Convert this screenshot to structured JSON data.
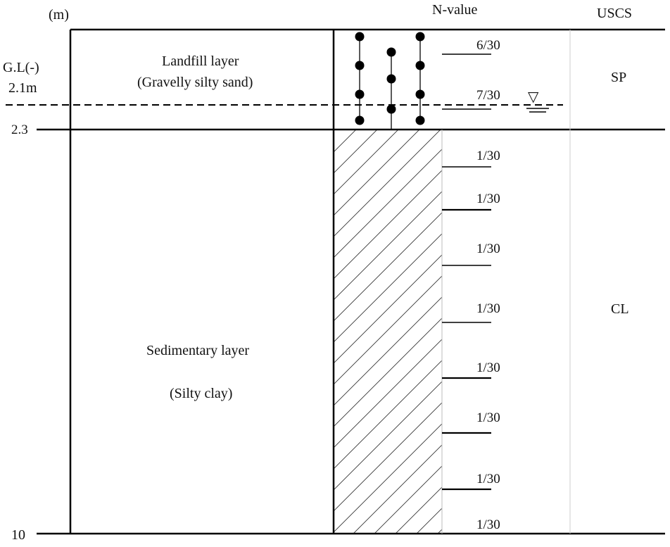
{
  "header": {
    "unit": "(m)",
    "n_value": "N-value",
    "uscs": "USCS"
  },
  "depth_axis": {
    "gl_label": "G.L(-)",
    "water_table_depth": "2.1m",
    "boundary_depth": "2.3",
    "bottom_depth": "10"
  },
  "layers": [
    {
      "name": "Landfill layer",
      "description": "(Gravelly silty sand)",
      "uscs": "SP"
    },
    {
      "name": "Sedimentary layer",
      "description": "(Silty clay)",
      "uscs": "CL"
    }
  ],
  "n_values": [
    "6/30",
    "7/30",
    "1/30",
    "1/30",
    "1/30",
    "1/30",
    "1/30",
    "1/30",
    "1/30",
    "1/30"
  ],
  "water_table_symbol": "▽"
}
